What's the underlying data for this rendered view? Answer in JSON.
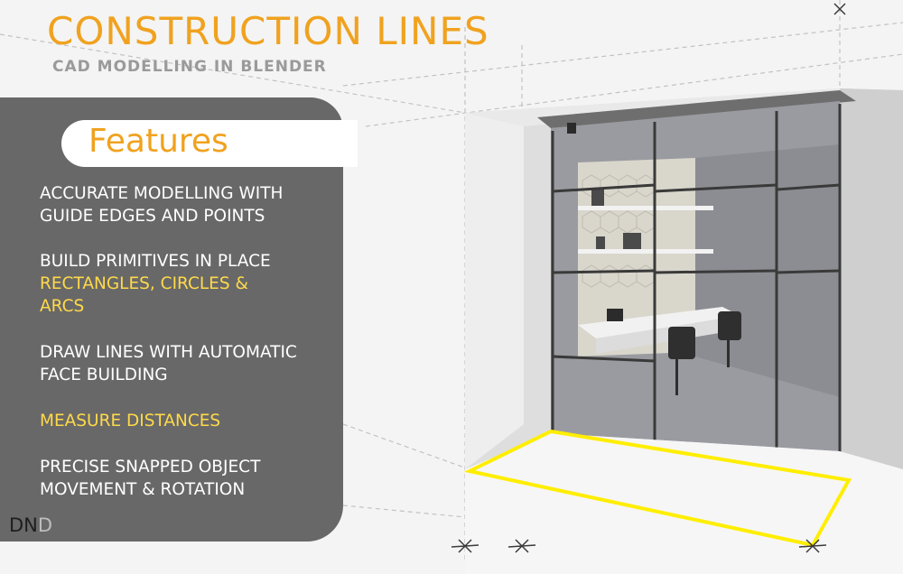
{
  "header": {
    "title": "CONSTRUCTION LINES",
    "subtitle": "CAD MODELLING IN BLENDER"
  },
  "panel": {
    "heading": "Features",
    "features": [
      {
        "lines": [
          "ACCURATE MODELLING WITH",
          "GUIDE EDGES AND POINTS"
        ]
      },
      {
        "lines": [
          "BUILD PRIMITIVES IN PLACE"
        ],
        "highlight_lines": [
          "RECTANGLES, CIRCLES &",
          "ARCS"
        ]
      },
      {
        "lines": [
          "DRAW LINES WITH AUTOMATIC",
          "FACE BUILDING"
        ]
      },
      {
        "highlight_lines": [
          "MEASURE DISTANCES"
        ]
      },
      {
        "lines": [
          "PRECISE SNAPPED OBJECT",
          "MOVEMENT & ROTATION"
        ]
      }
    ]
  },
  "brand": {
    "primary": "DN",
    "faded": "D"
  },
  "colors": {
    "title": "#f0a21f",
    "subtitle": "#9a9a9a",
    "panel": "#686868",
    "highlight": "#ffd94a",
    "guide": "#ffee00"
  }
}
